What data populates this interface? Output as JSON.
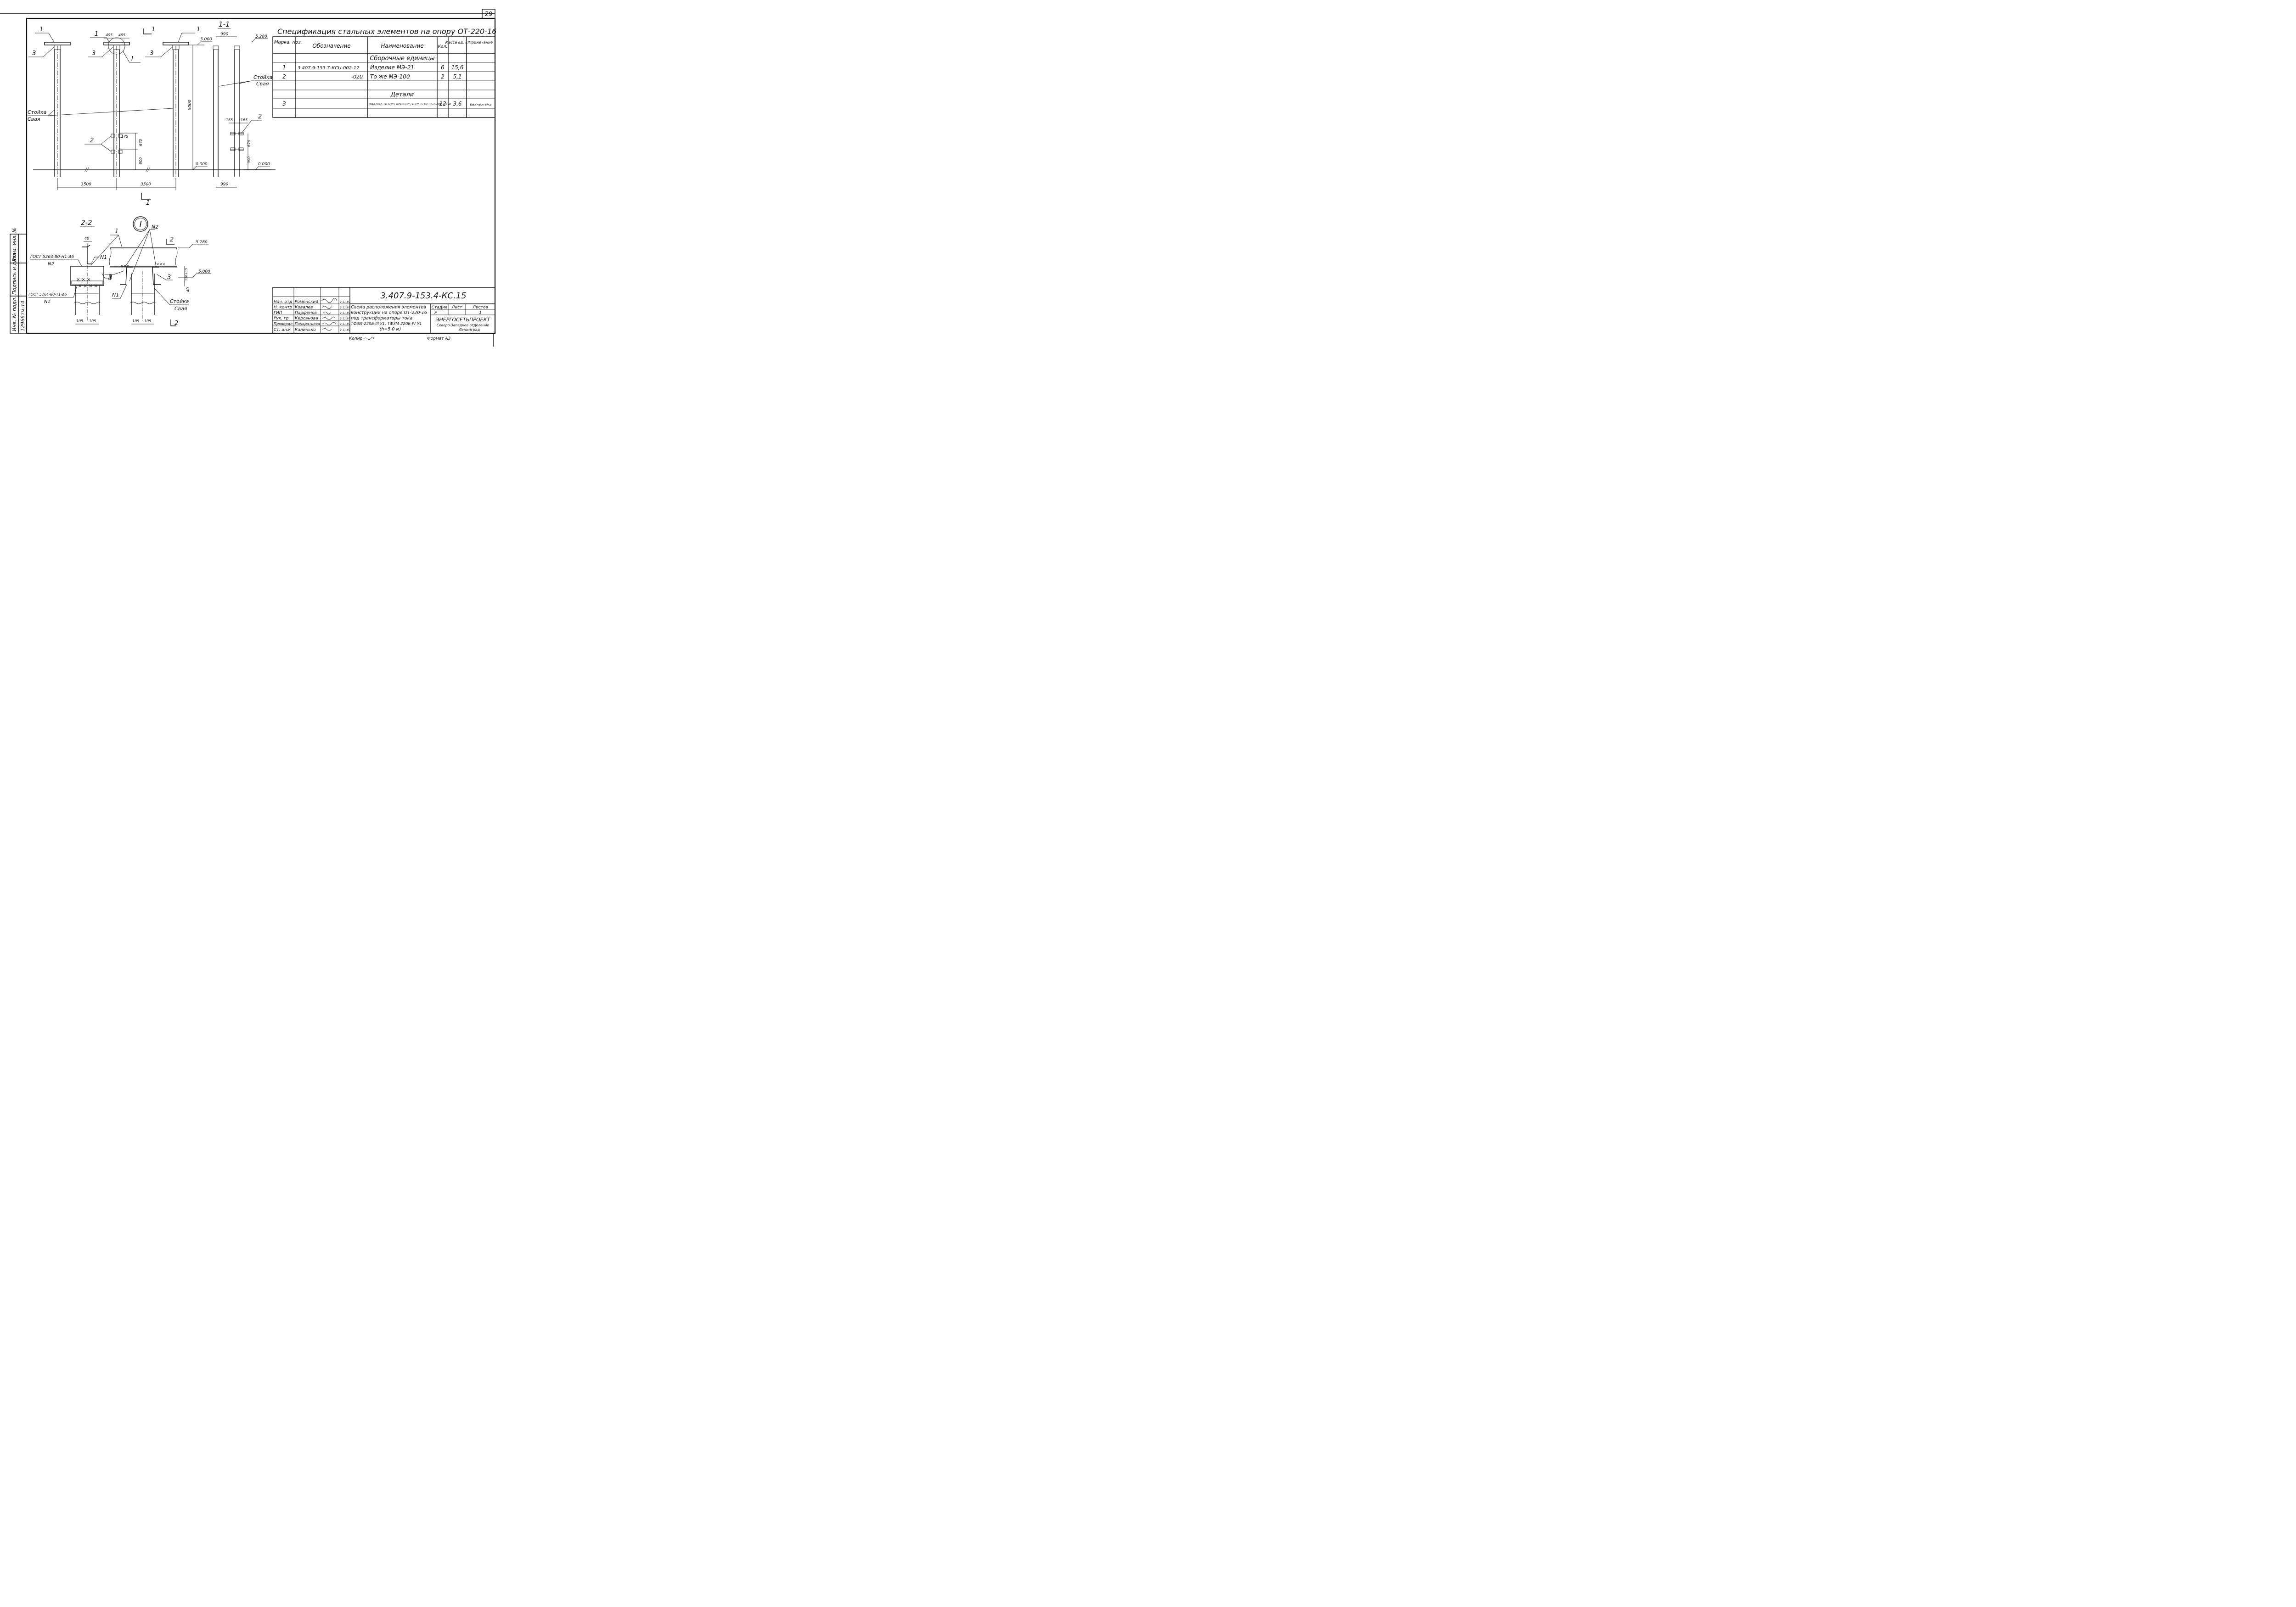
{
  "sheet": {
    "page_number": "29",
    "inventory_labels": [
      "Инв. № подл.",
      "Подпись и дата",
      "Взам. инв. №"
    ],
    "inventory_number": "12966тм-т4"
  },
  "section_1_1": {
    "title": "1-1",
    "labels": {
      "stoyka": "Стойка",
      "svaya": "Свая",
      "pos1": "1",
      "pos2": "2",
      "pos3": "3",
      "detail_mark": "I",
      "section_mark": "1"
    },
    "dims": {
      "span": "3500",
      "half": "495",
      "height": "5000",
      "d670": "670",
      "d900": "900",
      "d175": "175",
      "d990": "990",
      "d165": "165"
    },
    "levels": {
      "top": "5.280",
      "cap": "5.000",
      "ground": "0.000"
    }
  },
  "section_2_2": {
    "title": "2-2",
    "detail_title": "I",
    "labels": {
      "gost_top": "ГОСТ 5264-80-Н1-Δ6",
      "gost_top_n": "N2",
      "gost_bot": "ГОСТ 5264-80-Т1-Δ6",
      "gost_bot_n": "N1",
      "n1": "N1",
      "n2": "N2",
      "pos1": "1",
      "pos3": "3",
      "stoyka": "Стойка",
      "svaya": "Свая",
      "section_mark": "2"
    },
    "dims": {
      "d40": "40",
      "d105": "105",
      "d120": "120±15"
    },
    "levels": {
      "top": "5.280",
      "cap": "5.000"
    }
  },
  "spec": {
    "title": "Спецификация стальных элементов на опору ОТ-220-16",
    "headers": {
      "mark": "Марка, поз.",
      "designation": "Обозначение",
      "name": "Наименование",
      "qty": "Кол.",
      "mass": "Масса ед. кг",
      "note": "Примечание"
    },
    "group_assemblies": "Сборочные единицы",
    "group_details": "Детали",
    "rows": [
      {
        "pos": "1",
        "designation": "3.407.9-153.7-КСU-002-12",
        "name": "Изделие   МЭ-21",
        "qty": "6",
        "mass": "15,6",
        "note": ""
      },
      {
        "pos": "2",
        "designation": "-020",
        "name": "То же     МЭ-100",
        "qty": "2",
        "mass": "5,1",
        "note": ""
      },
      {
        "pos": "3",
        "designation": "",
        "name": "Швеллер 16 ГОСТ 8240-72* / В Ст 3 ГОСТ 535-79* ℓ-250",
        "qty": "12",
        "mass": "3,6",
        "note": "без чертежа"
      }
    ]
  },
  "title_block": {
    "doc_code": "3.407.9-153.4-КС.15",
    "roles": [
      {
        "role": "Нач. отд",
        "name": "Роменский",
        "date": "2.11.87"
      },
      {
        "role": "Н. контр",
        "name": "Ковалев",
        "date": "2.11.87"
      },
      {
        "role": "ГИП",
        "name": "Парфенов",
        "date": "2.11.87"
      },
      {
        "role": "Рук. гр.",
        "name": "Кирсанова",
        "date": "2.11.87"
      },
      {
        "role": "Проверил",
        "name": "Панкратьева",
        "date": "2.11.87"
      },
      {
        "role": "Ст. инж",
        "name": "Калинько",
        "date": "2.11.87"
      }
    ],
    "description_lines": [
      "Схема расположения элементов",
      "конструкций на опоре ОТ-220-16",
      "под трансформаторы тока",
      "ТФЗМ-220Б-III У1, ТФЗМ-220Б-IV У1",
      "(h=5.0 м)"
    ],
    "stage_header": "Стадия",
    "sheet_header": "Лист",
    "sheets_header": "Листов",
    "stage": "Р",
    "sheets": "1",
    "org": "ЭНЕРГОСЕТЬПРОЕКТ",
    "org_sub": "Северо-Западное отделение",
    "org_city": "Ленинград",
    "copied": "Копир",
    "format": "Формат А3"
  }
}
